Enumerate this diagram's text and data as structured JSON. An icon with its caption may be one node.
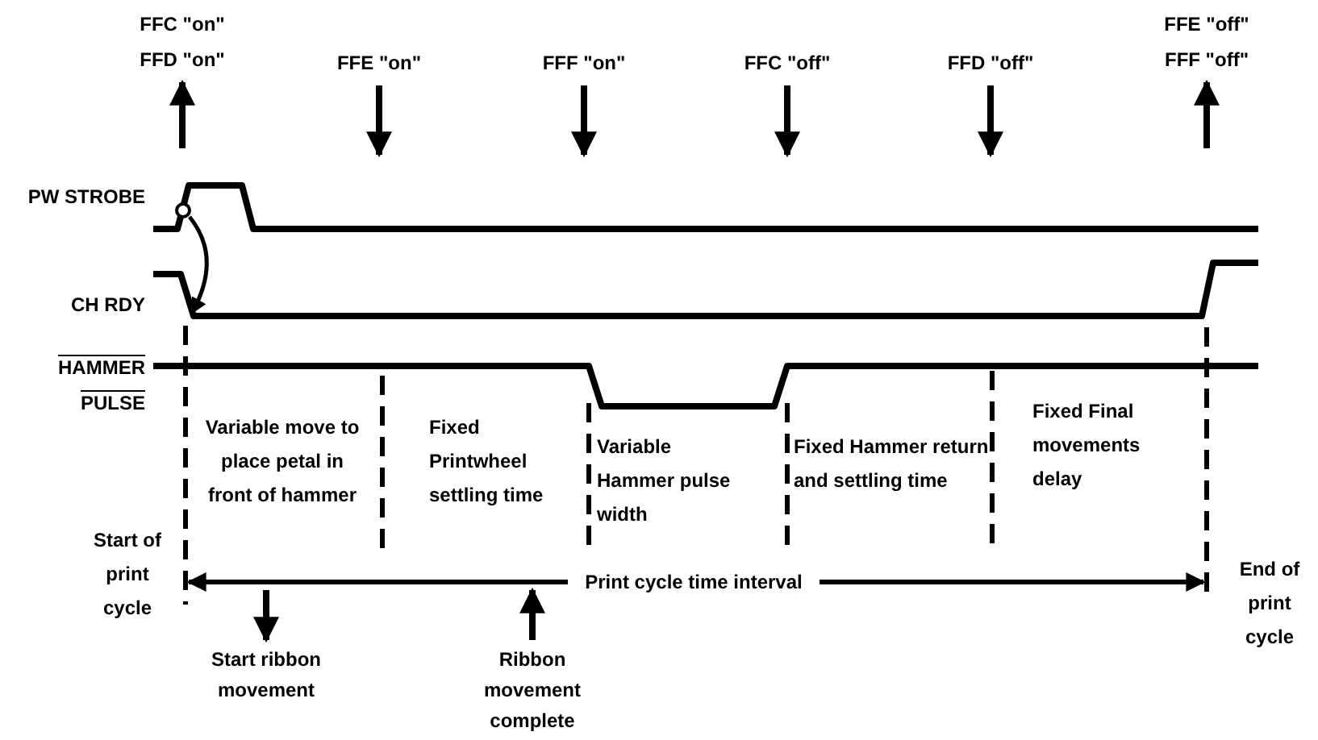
{
  "diagram": {
    "nodes": [
      {
        "text": [
          "FFC \"on\"",
          "FFD \"on\""
        ]
      },
      {
        "text": [
          "FFE \"on\""
        ]
      },
      {
        "text": [
          "FFF \"on\""
        ]
      },
      {
        "text": [
          "FFC \"off\""
        ]
      },
      {
        "text": [
          "FFD \"off\""
        ]
      },
      {
        "text": [
          "FFE \"off\"",
          "FFF \"off\""
        ]
      },
      {
        "text": [
          "Start ribbon movement"
        ]
      },
      {
        "text": [
          "Ribbon movement complete"
        ]
      },
      {
        "text": [],
        "shape": "circle"
      }
    ],
    "edges": [
      {
        "from": null,
        "to": 0,
        "arrow": "to"
      },
      {
        "from": 1,
        "to": null,
        "arrow": "to"
      },
      {
        "from": 2,
        "to": null,
        "arrow": "to"
      },
      {
        "from": 3,
        "to": null,
        "arrow": "to"
      },
      {
        "from": 4,
        "to": null,
        "arrow": "to"
      },
      {
        "from": null,
        "to": 5,
        "arrow": "to"
      },
      {
        "from": null,
        "to": 6,
        "arrow": "to"
      },
      {
        "from": 7,
        "to": null,
        "arrow": "to"
      },
      {
        "from": 8,
        "to": null,
        "arrow": "to"
      }
    ],
    "labels": [
      "PW STROBE",
      "CH RDY",
      "HAMMER",
      "PULSE",
      "Variable move to place petal in front of hammer",
      "Fixed Printwheel settling time",
      "Variable Hammer pulse width",
      "Fixed Hammer return and settling time",
      "Fixed Final movements delay",
      "Start of print cycle",
      "Print cycle time interval",
      "End of print cycle"
    ]
  }
}
